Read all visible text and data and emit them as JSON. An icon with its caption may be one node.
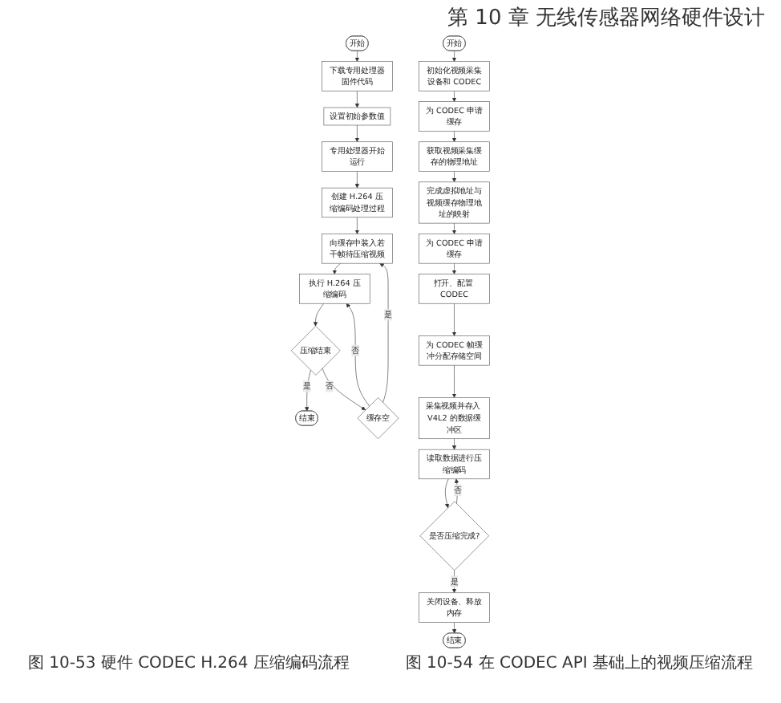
{
  "diagram": {
    "nodes": [
      {
        "text": [
          "开始"
        ]
      },
      {
        "text": [
          "下载专用处理器固件代码"
        ]
      },
      {
        "text": [
          "设置初始参数值"
        ]
      },
      {
        "text": [
          "专用处理器开始运行"
        ]
      },
      {
        "text": [
          "创建 H.264 压缩编码处理过程"
        ]
      },
      {
        "text": [
          "向缓存中装入若干帧待压缩视频"
        ]
      },
      {
        "text": [
          "执行 H.264 压缩编码"
        ]
      },
      {
        "text": [
          "压缩结束"
        ]
      },
      {
        "text": [
          "结束"
        ]
      },
      {
        "text": [
          "缓存空"
        ]
      },
      {
        "text": [
          "开始"
        ]
      },
      {
        "text": [
          "初始化视频采集设备和 CODEC"
        ]
      },
      {
        "text": [
          "为 CODEC 申请缓存"
        ]
      },
      {
        "text": [
          "获取视频采集缓存的物理地址"
        ]
      },
      {
        "text": [
          "完成虚拟地址与视频缓存物理地址的映射"
        ]
      },
      {
        "text": [
          "为 CODEC 申请缓存"
        ]
      },
      {
        "text": [
          "打开、配置 CODEC"
        ]
      },
      {
        "text": [
          "为 CODEC 帧缓冲分配存储空间"
        ]
      },
      {
        "text": [
          "采集视频并存入 V4L2 的数据缓冲区"
        ]
      },
      {
        "text": [
          "读取数据进行压缩编码"
        ]
      },
      {
        "text": [
          "是否压缩完成?"
        ]
      },
      {
        "text": [
          "关闭设备、释放内存"
        ]
      },
      {
        "text": [
          "结束"
        ]
      }
    ],
    "edges": [
      {
        "from": 0,
        "to": 1,
        "arrow": "to"
      },
      {
        "from": 1,
        "to": 2,
        "arrow": "to"
      },
      {
        "from": 2,
        "to": 3,
        "arrow": "to"
      },
      {
        "from": 3,
        "to": 4,
        "arrow": "to"
      },
      {
        "from": 4,
        "to": 5,
        "arrow": "to"
      },
      {
        "from": 5,
        "to": 6,
        "arrow": "to"
      },
      {
        "from": 6,
        "to": 7,
        "arrow": "to"
      },
      {
        "from": 7,
        "to": 8,
        "label": "是",
        "arrow": "to"
      },
      {
        "from": 7,
        "to": 9,
        "label": "否",
        "arrow": "to"
      },
      {
        "from": 9,
        "to": 5,
        "label": "是",
        "arrow": "to"
      },
      {
        "from": 9,
        "to": 6,
        "label": "否",
        "arrow": "to"
      },
      {
        "from": 10,
        "to": 11,
        "arrow": "to"
      },
      {
        "from": 11,
        "to": 12,
        "arrow": "to"
      },
      {
        "from": 12,
        "to": 13,
        "arrow": "to"
      },
      {
        "from": 13,
        "to": 14,
        "arrow": "to"
      },
      {
        "from": 14,
        "to": 15,
        "arrow": "to"
      },
      {
        "from": 15,
        "to": 16,
        "arrow": "to"
      },
      {
        "from": 16,
        "to": 17,
        "arrow": "to"
      },
      {
        "from": 17,
        "to": 18,
        "arrow": "to"
      },
      {
        "from": 18,
        "to": 19,
        "arrow": "to"
      },
      {
        "from": 19,
        "to": 20,
        "arrow": "to"
      },
      {
        "from": 20,
        "to": 19,
        "label": "否",
        "arrow": "to"
      },
      {
        "from": 20,
        "to": 21,
        "label": "是",
        "arrow": "to"
      },
      {
        "from": 21,
        "to": 22,
        "arrow": "to"
      }
    ],
    "labels": [
      "第 10 章 无线传感器网络硬件设计",
      "图 10-53 硬件 CODEC H.264 压缩编码流程",
      "图 10-54 在 CODEC API 基础上的视频压缩流程"
    ]
  }
}
